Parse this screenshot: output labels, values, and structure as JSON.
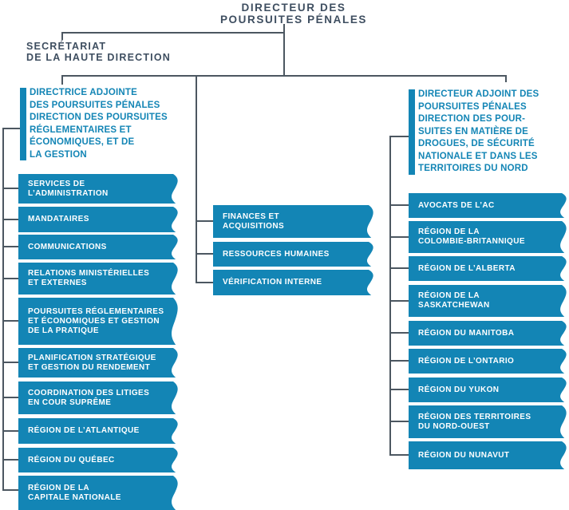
{
  "colors": {
    "accent_teal": "#1385b5",
    "heading_navy": "#3e4e60",
    "connector_gray": "#4c5761"
  },
  "root": {
    "title": "DIRECTEUR DES\nPOURSUITES PÉNALES"
  },
  "secretariat": {
    "label": "SECRÉTARIAT\nDE LA HAUTE DIRECTION"
  },
  "left_branch": {
    "header": "DIRECTRICE ADJOINTE\nDES POURSUITES PÉNALES\nDIRECTION DES POURSUITES\nRÉGLEMENTAIRES ET\nÉCONOMIQUES, ET DE\nLA GESTION",
    "units": [
      "SERVICES DE\nL’ADMINISTRATION",
      "MANDATAIRES",
      "COMMUNICATIONS",
      "RELATIONS MINISTÉRIELLES\nET EXTERNES",
      "POURSUITES RÉGLEMENTAIRES\nET ÉCONOMIQUES ET GESTION\nDE LA PRATIQUE",
      "PLANIFICATION STRATÉGIQUE\nET GESTION DU RENDEMENT",
      "COORDINATION DES LITIGES\nEN COUR SUPRÊME",
      "RÉGION DE L’ATLANTIQUE",
      "RÉGION DU QUÉBEC",
      "RÉGION DE LA\nCAPITALE NATIONALE"
    ]
  },
  "center_branch": {
    "units": [
      "FINANCES ET\nACQUISITIONS",
      "RESSOURCES HUMAINES",
      "VÉRIFICATION INTERNE"
    ]
  },
  "right_branch": {
    "header": "DIRECTEUR ADJOINT DES\nPOURSUITES PÉNALES\nDIRECTION DES POUR-\nSUITES EN MATIÈRE DE\nDROGUES, DE SÉCURITÉ\nNATIONALE ET DANS LES\nTERRITOIRES DU NORD",
    "units": [
      "AVOCATS DE L’AC",
      "RÉGION DE LA\nCOLOMBIE-BRITANNIQUE",
      "RÉGION DE L’ALBERTA",
      "RÉGION DE LA\nSASKATCHEWAN",
      "RÉGION DU MANITOBA",
      "RÉGION DE L’ONTARIO",
      "RÉGION DU YUKON",
      "RÉGION DES TERRITOIRES\nDU NORD-OUEST",
      "RÉGION DU NUNAVUT"
    ]
  }
}
